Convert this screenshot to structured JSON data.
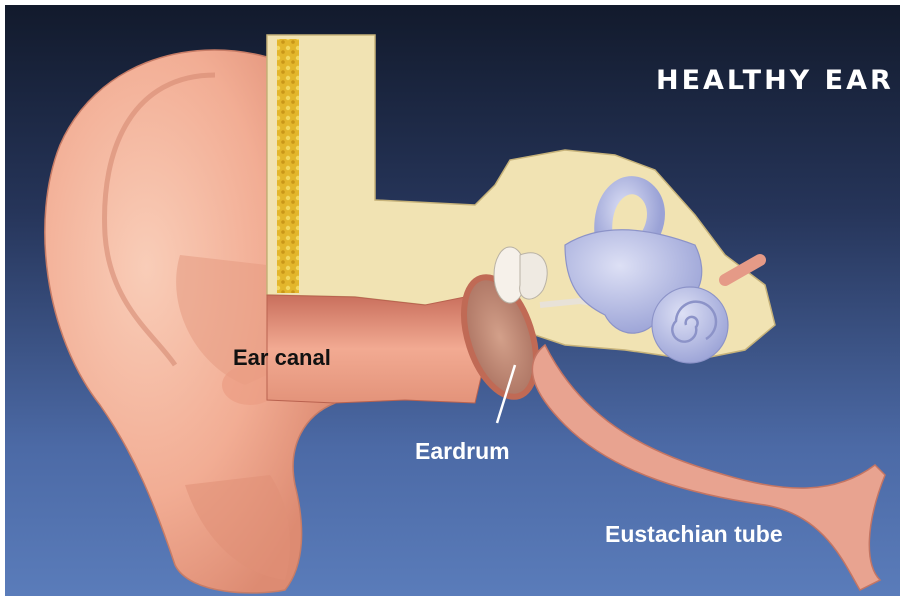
{
  "diagram": {
    "title": "HEALTHY EAR",
    "labels": {
      "ear_canal": "Ear canal",
      "eardrum": "Eardrum",
      "eustachian_tube": "Eustachian tube"
    },
    "colors": {
      "background_top": "#121a2c",
      "background_bottom": "#5779b6",
      "skin": "#f0a58c",
      "skin_light": "#f8c4ac",
      "bone": "#f0e4b4",
      "bone_marrow": "#e6b830",
      "inner_ear": "#b8bee4",
      "eardrum": "#c8907a"
    }
  }
}
